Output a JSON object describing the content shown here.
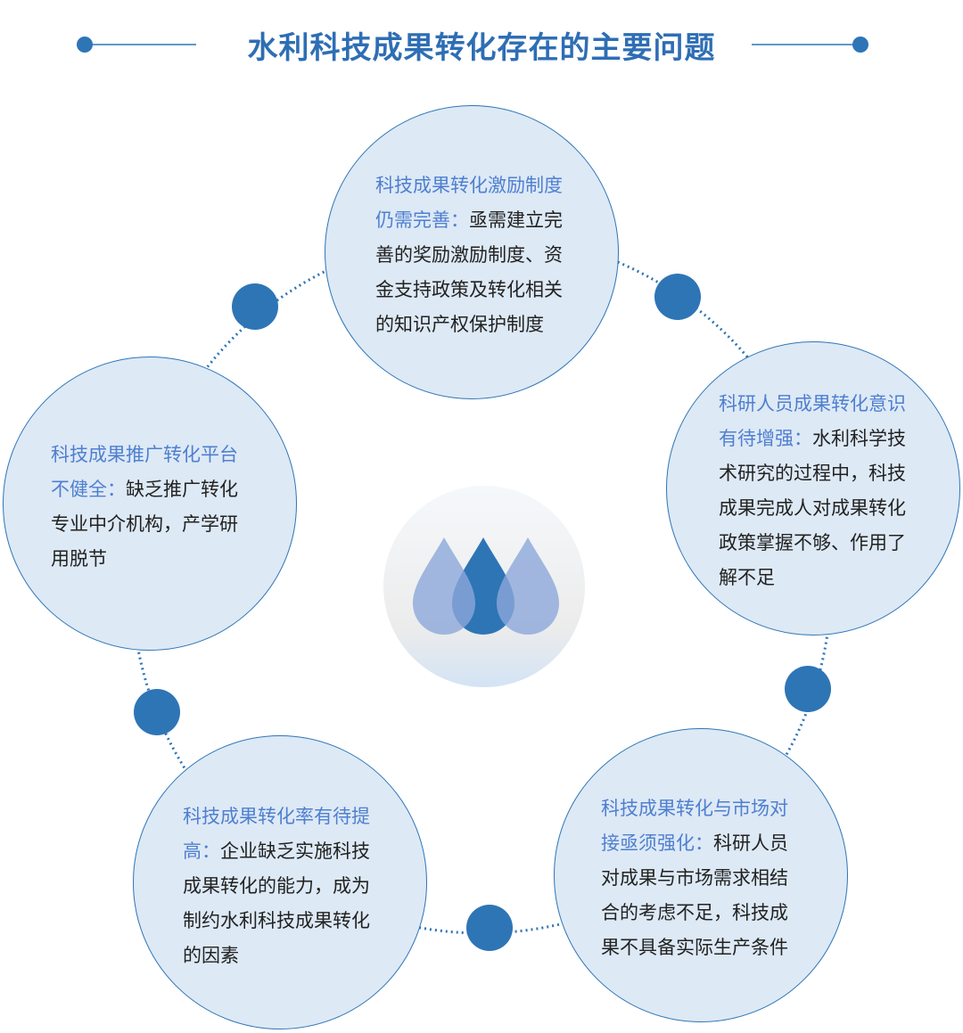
{
  "title": "水利科技成果转化存在的主要问题",
  "items": [
    {
      "title": "科技成果转化激励制度仍需完善：",
      "body": "亟需建立完善的奖励激励制度、资金支持政策及转化相关的知识产权保护制度"
    },
    {
      "title": "科研人员成果转化意识有待增强：",
      "body": "水利科学技术研究的过程中，科技成果完成人对成果转化政策掌握不够、作用了解不足"
    },
    {
      "title": "科技成果转化与市场对接亟须强化：",
      "body": "科研人员对成果与市场需求相结合的考虑不足，科技成果不具备实际生产条件"
    },
    {
      "title": "科技成果转化率有待提高：",
      "body": "企业缺乏实施科技成果转化的能力，成为制约水利科技成果转化的因素"
    },
    {
      "title": "科技成果推广转化平台不健全：",
      "body": "缺乏推广转化专业中介机构，产学研用脱节"
    }
  ],
  "colors": {
    "accent": "#2e75b6",
    "highlight": "#4f7fd0",
    "circle_fill": "#dde9f5"
  }
}
